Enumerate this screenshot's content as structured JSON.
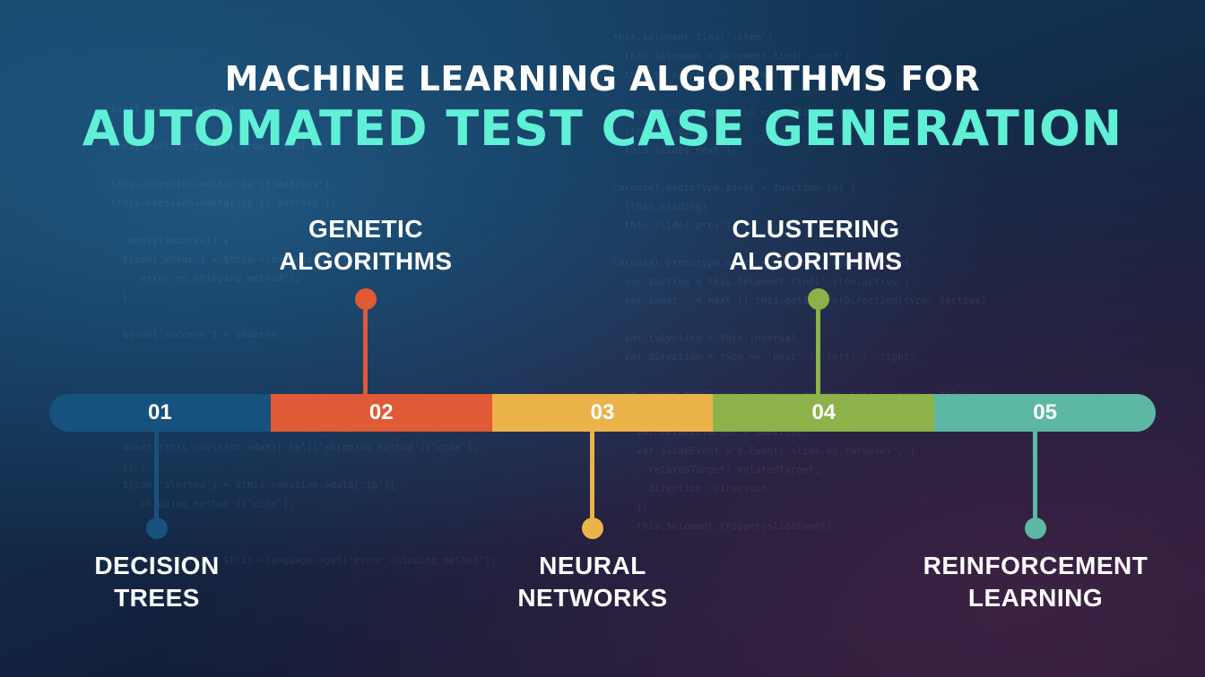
{
  "title": {
    "line1": "MACHINE LEARNING ALGORITHMS FOR",
    "line2": "AUTOMATED TEST CASE GENERATION"
  },
  "steps": [
    {
      "num": "01",
      "label_line1": "DECISION",
      "label_line2": "TREES",
      "color": "#17527e"
    },
    {
      "num": "02",
      "label_line1": "GENETIC",
      "label_line2": "ALGORITHMS",
      "color": "#e05a35"
    },
    {
      "num": "03",
      "label_line1": "NEURAL",
      "label_line2": "NETWORKS",
      "color": "#ecb34a"
    },
    {
      "num": "04",
      "label_line1": "CLUSTERING",
      "label_line2": "ALGORITHMS",
      "color": "#8db24a"
    },
    {
      "num": "05",
      "label_line1": "REINFORCEMENT",
      "label_line2": "LEARNING",
      "color": "#5db8a3"
    }
  ]
}
